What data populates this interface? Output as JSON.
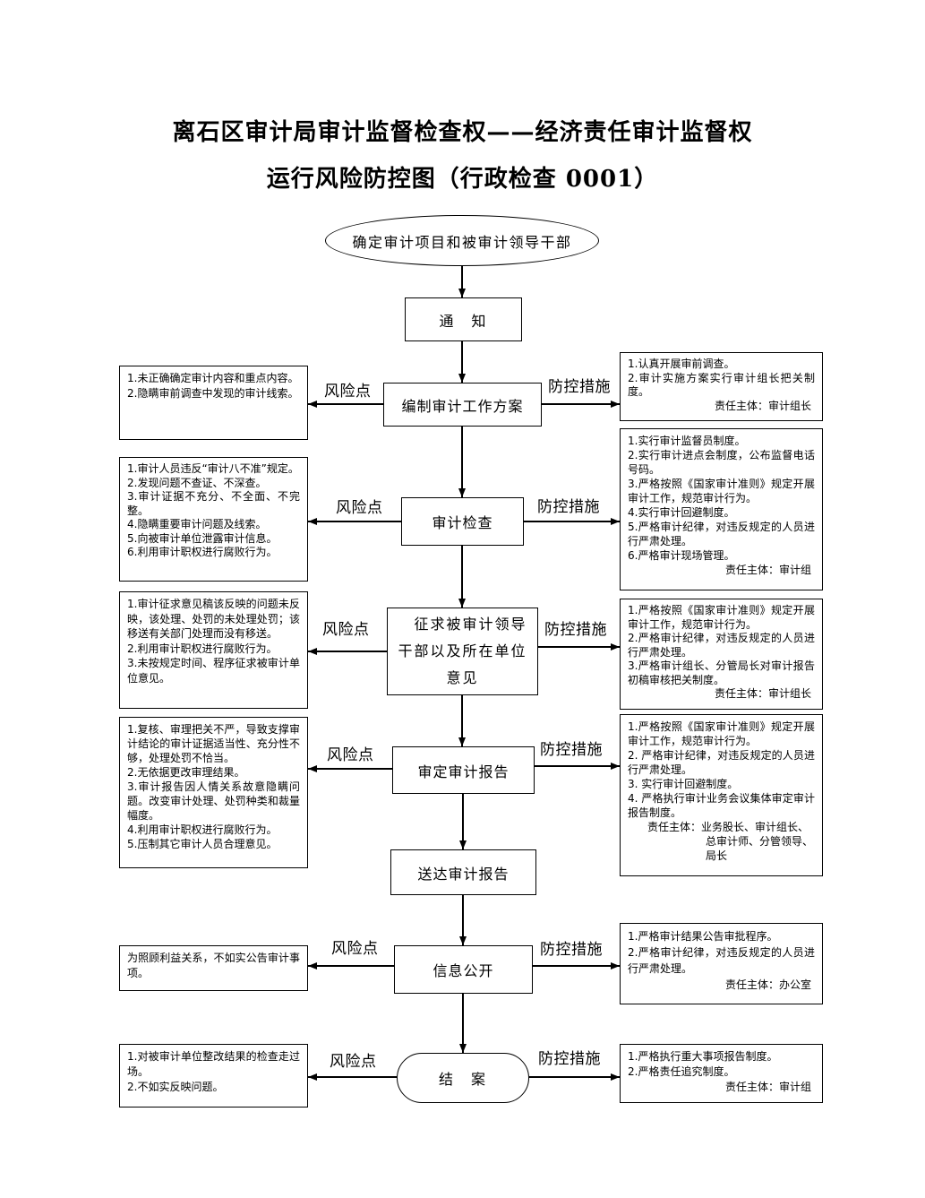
{
  "title": {
    "line1": "离石区审计局审计监督检查权——经济责任审计监督权",
    "line2": "运行风险防控图（行政检查 0001）"
  },
  "labels": {
    "risk": "风险点",
    "control": "防控措施"
  },
  "colors": {
    "stroke": "#000000",
    "text": "#000000",
    "background": "#ffffff"
  },
  "start": "确定审计项目和被审计领导干部",
  "flow": [
    {
      "step": "通　知"
    },
    {
      "step": "编制审计工作方案",
      "risks": [
        "1.未正确确定审计内容和重点内容。",
        "2.隐瞒审前调查中发现的审计线索。"
      ],
      "controls": [
        "1.认真开展审前调查。",
        "2.审计实施方案实行审计组长把关制度。"
      ],
      "owner": "责任主体：审计组长"
    },
    {
      "step": "审计检查",
      "risks": [
        "1.审计人员违反“审计八不准”规定。",
        "2.发现问题不查证、不深查。",
        "3.审计证据不充分、不全面、不完整。",
        "4.隐瞒重要审计问题及线索。",
        "5.向被审计单位泄露审计信息。",
        "6.利用审计职权进行腐败行为。"
      ],
      "controls": [
        "1.实行审计监督员制度。",
        "2.实行审计进点会制度，公布监督电话号码。",
        "3.严格按照《国家审计准则》规定开展审计工作，规范审计行为。",
        "4.实行审计回避制度。",
        "5.严格审计纪律，对违反规定的人员进行严肃处理。",
        "6.严格审计现场管理。"
      ],
      "owner": "责任主体：审计组"
    },
    {
      "step": "征求被审计领导干部以及所在单位意见",
      "risks": [
        "1.审计征求意见稿该反映的问题未反映，该处理、处罚的未处理处罚；该移送有关部门处理而没有移送。",
        "2.利用审计职权进行腐败行为。",
        "3.未按规定时间、程序征求被审计单位意见。"
      ],
      "controls": [
        "1.严格按照《国家审计准则》规定开展审计工作，规范审计行为。",
        "2.严格审计纪律，对违反规定的人员进行严肃处理。",
        "3.严格审计组长、分管局长对审计报告初稿审核把关制度。"
      ],
      "owner": "责任主体：审计组长"
    },
    {
      "step": "审定审计报告",
      "risks": [
        "1.复核、审理把关不严，导致支撑审计结论的审计证据适当性、充分性不够，处理处罚不恰当。",
        "2.无依据更改审理结果。",
        "3.审计报告因人情关系故意隐瞒问题。改变审计处理、处罚种类和裁量幅度。",
        "4.利用审计职权进行腐败行为。",
        "5.压制其它审计人员合理意见。"
      ],
      "controls": [
        "1.严格按照《国家审计准则》规定开展审计工作，规范审计行为。",
        "2. 严格审计纪律，对违反规定的人员进行严肃处理。",
        "3. 实行审计回避制度。",
        "4. 严格执行审计业务会议集体审定审计报告制度。"
      ],
      "owner": "责任主体：业务股长、审计组长、总审计师、分管领导、局长"
    },
    {
      "step": "送达审计报告"
    },
    {
      "step": "信息公开",
      "risks": [
        "为照顾利益关系，不如实公告审计事项。"
      ],
      "controls": [
        "1.严格审计结果公告审批程序。",
        "2.严格审计纪律，对违反规定的人员进行严肃处理。"
      ],
      "owner": "责任主体：办公室"
    },
    {
      "step": "结　案",
      "risks": [
        "1.对被审计单位整改结果的检查走过场。",
        "2.不如实反映问题。"
      ],
      "controls": [
        "1.严格执行重大事项报告制度。",
        "2.严格责任追究制度。"
      ],
      "owner": "责任主体：审计组"
    }
  ]
}
